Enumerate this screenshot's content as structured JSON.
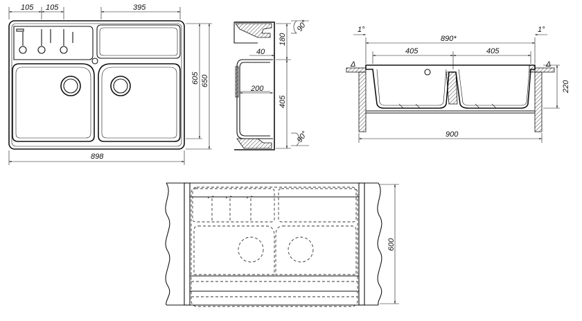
{
  "top_view": {
    "dims": {
      "compartment_width_1": "105",
      "compartment_width_2": "105",
      "drainer_width": "395",
      "bowl_depth": "605",
      "total_depth": "650",
      "total_width": "898"
    }
  },
  "side_view": {
    "dims": {
      "angle_top": "90°",
      "top_height": "180",
      "ledge": "40",
      "inner_width": "200",
      "bowl_height": "405",
      "angle_bottom": "90°"
    }
  },
  "front_section": {
    "dims": {
      "slope_left": "1°",
      "slope_right": "1°",
      "cutout_width": "890*",
      "bowl_left": "405",
      "bowl_right": "405",
      "delta_left": "Δ",
      "delta_right": "Δ",
      "height": "220",
      "cabinet_width": "900"
    }
  },
  "install_view": {
    "dims": {
      "cabinet_depth": "600"
    }
  }
}
